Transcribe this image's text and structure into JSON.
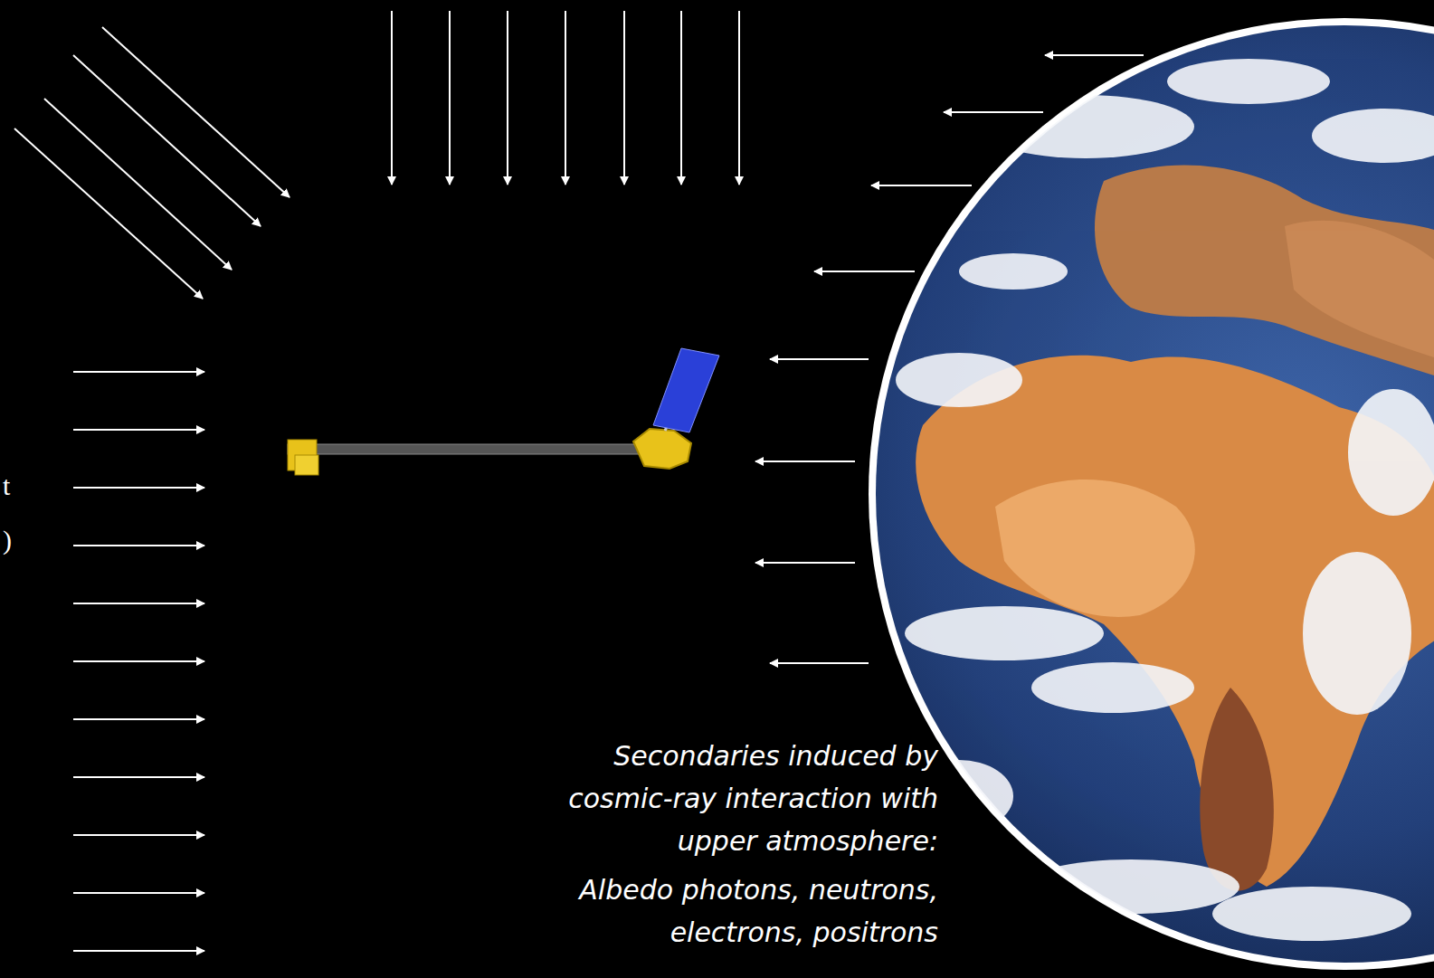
{
  "diagram": {
    "labels": [
      "t",
      ")",
      "Secondaries induced by cosmic-ray interaction with upper atmosphere:",
      "Albedo photons, neutrons, electrons, positrons"
    ]
  }
}
